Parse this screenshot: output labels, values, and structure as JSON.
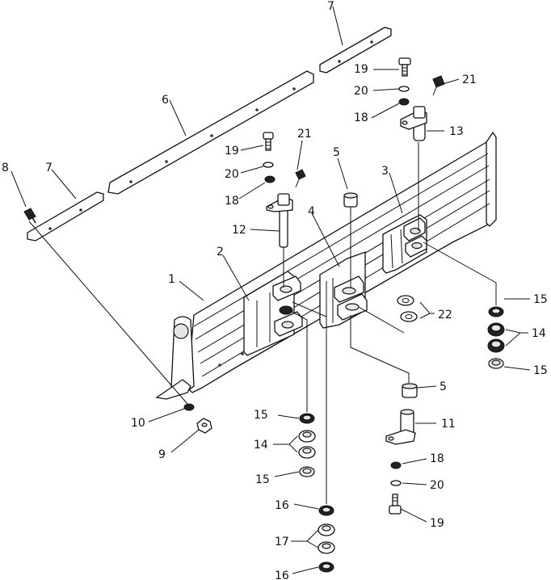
{
  "callouts": {
    "c1": "1",
    "c2": "2",
    "c3": "3",
    "c4": "4",
    "c5a": "5",
    "c5b": "5",
    "c6": "6",
    "c7a": "7",
    "c7b": "7",
    "c8": "8",
    "c9": "9",
    "c10": "10",
    "c11": "11",
    "c12": "12",
    "c13": "13",
    "c14a": "14",
    "c14b": "14",
    "c15a": "15",
    "c15b": "15",
    "c15c": "15",
    "c15d": "15",
    "c16a": "16",
    "c16b": "16",
    "c17": "17",
    "c18a": "18",
    "c18b": "18",
    "c18c": "18",
    "c19a": "19",
    "c19b": "19",
    "c19c": "19",
    "c20a": "20",
    "c20b": "20",
    "c20c": "20",
    "c21a": "21",
    "c21b": "21",
    "c22": "22"
  }
}
